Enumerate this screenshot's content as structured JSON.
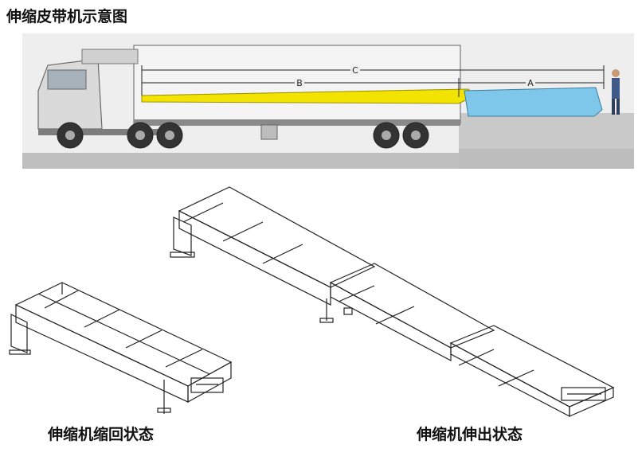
{
  "titles": {
    "main": "伸缩皮带机示意图",
    "retracted": "伸缩机缩回状态",
    "extended": "伸缩机伸出状态"
  },
  "dimensions": {
    "a": "A",
    "b": "B",
    "c": "C"
  },
  "colors": {
    "boom_yellow": "#f2e400",
    "base_blue": "#7fc7ea",
    "sky": "#eeeeee",
    "ground": "#bfbfbf",
    "truck_cab": "#dadada",
    "trailer": "#f4f4f4"
  }
}
